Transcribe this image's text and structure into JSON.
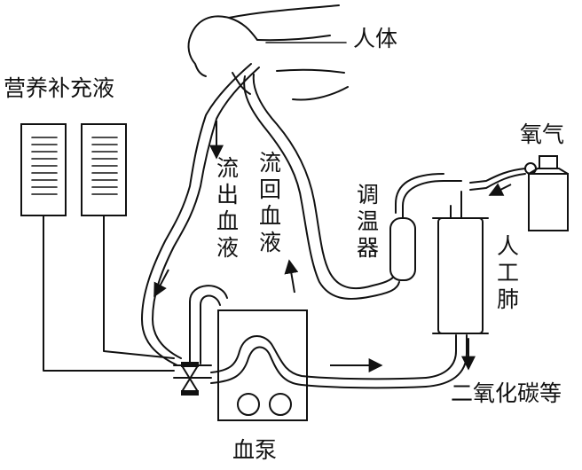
{
  "labels": {
    "human_body": "人体",
    "nutrient_fluid": "营养补充液",
    "oxygen": "氧气",
    "outflow_blood": "流出血液",
    "return_blood": "流回血液",
    "thermostat": "调温器",
    "artificial_lung": "人工肺",
    "co2_etc": "二氧化碳等",
    "blood_pump": "血泵"
  }
}
